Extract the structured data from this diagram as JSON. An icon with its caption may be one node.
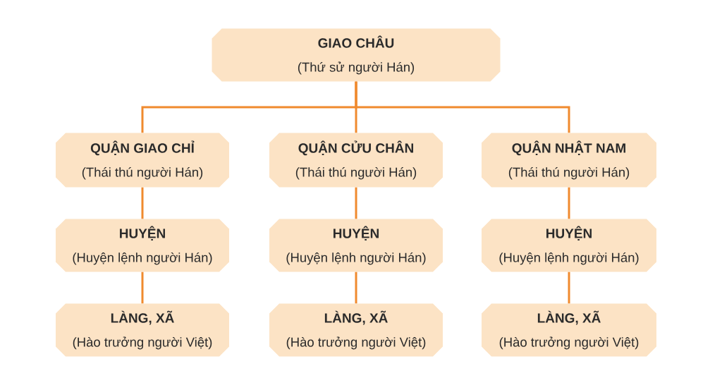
{
  "diagram": {
    "nodes": [
      {
        "text": [
          "GIAO CHÂU",
          "(Thứ sử người Hán)"
        ]
      },
      {
        "text": [
          "QUẬN GIAO CHỈ",
          "(Thái thú người Hán)"
        ]
      },
      {
        "text": [
          "QUẬN CỬU CHÂN",
          "(Thái thú người Hán)"
        ]
      },
      {
        "text": [
          "QUẬN NHẬT NAM",
          "(Thái thú người Hán)"
        ]
      },
      {
        "text": [
          "HUYỆN",
          "(Huyện lệnh người Hán)"
        ]
      },
      {
        "text": [
          "HUYỆN",
          "(Huyện lệnh người Hán)"
        ]
      },
      {
        "text": [
          "HUYỆN",
          "(Huyện lệnh người Hán)"
        ]
      },
      {
        "text": [
          "LÀNG, XÃ",
          "(Hào trưởng người Việt)"
        ]
      },
      {
        "text": [
          "LÀNG, XÃ",
          "(Hào trưởng người Việt)"
        ]
      },
      {
        "text": [
          "LÀNG, XÃ",
          "(Hào trưởng người Việt)"
        ]
      }
    ],
    "edges": [
      {
        "from": 0,
        "to": 1,
        "arrow": "none"
      },
      {
        "from": 0,
        "to": 2,
        "arrow": "none"
      },
      {
        "from": 0,
        "to": 3,
        "arrow": "none"
      },
      {
        "from": 1,
        "to": 4,
        "arrow": "none"
      },
      {
        "from": 2,
        "to": 5,
        "arrow": "none"
      },
      {
        "from": 3,
        "to": 6,
        "arrow": "none"
      },
      {
        "from": 4,
        "to": 7,
        "arrow": "none"
      },
      {
        "from": 5,
        "to": 8,
        "arrow": "none"
      },
      {
        "from": 6,
        "to": 9,
        "arrow": "none"
      }
    ]
  }
}
